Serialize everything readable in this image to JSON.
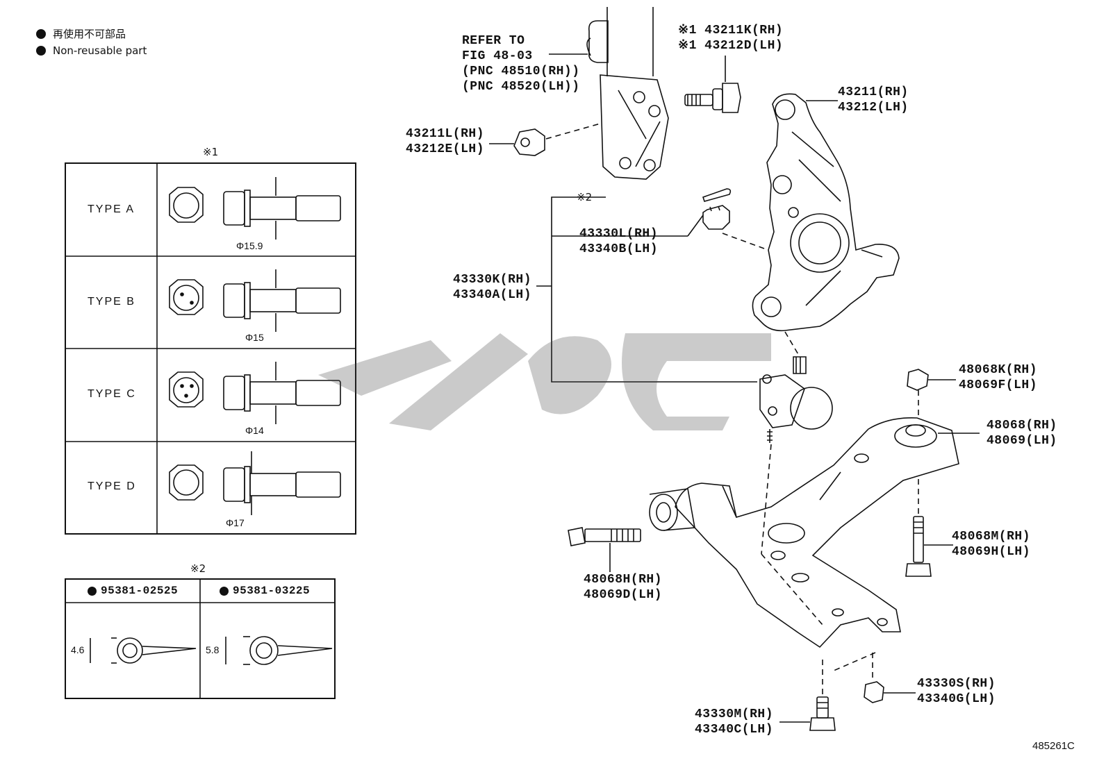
{
  "legend": {
    "jp": "再使用不可部品",
    "en": "Non-reusable part"
  },
  "table1": {
    "title": "※1",
    "rows": [
      {
        "type": "TYPE A",
        "dim": "Φ15.9"
      },
      {
        "type": "TYPE B",
        "dim": "Φ15"
      },
      {
        "type": "TYPE C",
        "dim": "Φ14"
      },
      {
        "type": "TYPE D",
        "dim": "Φ17"
      }
    ]
  },
  "table2": {
    "title": "※2",
    "col1_code": "95381-02525",
    "col2_code": "95381-03225",
    "col1_dim": "4.6",
    "col2_dim": "5.8"
  },
  "refer": {
    "line1": "REFER TO",
    "line2": "FIG 48-03",
    "line3": "(PNC 48510(RH))",
    "line4": "(PNC 48520(LH))"
  },
  "labels": {
    "bolt_rh": "※1 43211K(RH)",
    "bolt_lh": "※1 43212D(LH)",
    "knuckle_rh": "43211(RH)",
    "knuckle_lh": "43212(LH)",
    "nut_rh": "43211L(RH)",
    "nut_lh": "43212E(LH)",
    "pin_ref": "※2",
    "castle_rh": "43330L(RH)",
    "castle_lh": "43340B(LH)",
    "balljoint_rh": "43330K(RH)",
    "balljoint_lh": "43340A(LH)",
    "armnut_rh": "48068K(RH)",
    "armnut_lh": "48069F(LH)",
    "arm_rh": "48068(RH)",
    "arm_lh": "48069(LH)",
    "armbolt_rh": "48068M(RH)",
    "armbolt_lh": "48069H(LH)",
    "frontbolt_rh": "48068H(RH)",
    "frontbolt_lh": "48069D(LH)",
    "lowernut_rh": "43330S(RH)",
    "lowernut_lh": "43340G(LH)",
    "lowerbolt_rh": "43330M(RH)",
    "lowerbolt_lh": "43340C(LH)"
  },
  "figure_id": "485261C"
}
